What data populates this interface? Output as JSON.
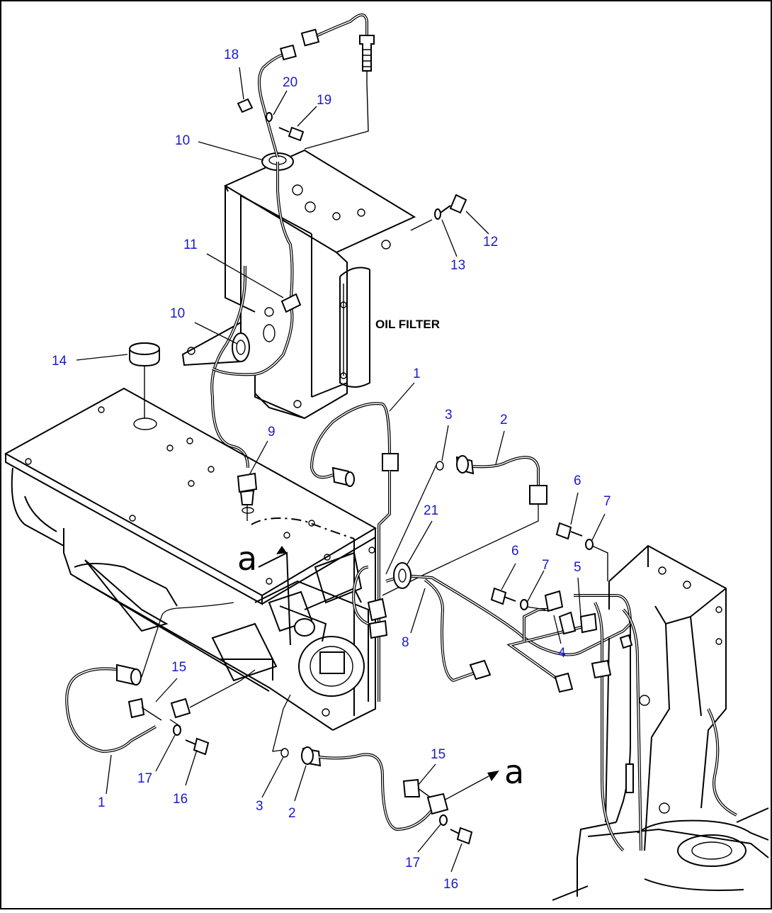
{
  "diagram": {
    "component_label": "OIL FILTER",
    "section_ref": "a",
    "callouts": [
      "18",
      "20",
      "19",
      "10",
      "12",
      "13",
      "11",
      "10",
      "14",
      "9",
      "1",
      "3",
      "2",
      "6",
      "7",
      "21",
      "6",
      "7",
      "5",
      "4",
      "8",
      "15",
      "17",
      "16",
      "1",
      "3",
      "2",
      "15",
      "17",
      "16"
    ]
  }
}
